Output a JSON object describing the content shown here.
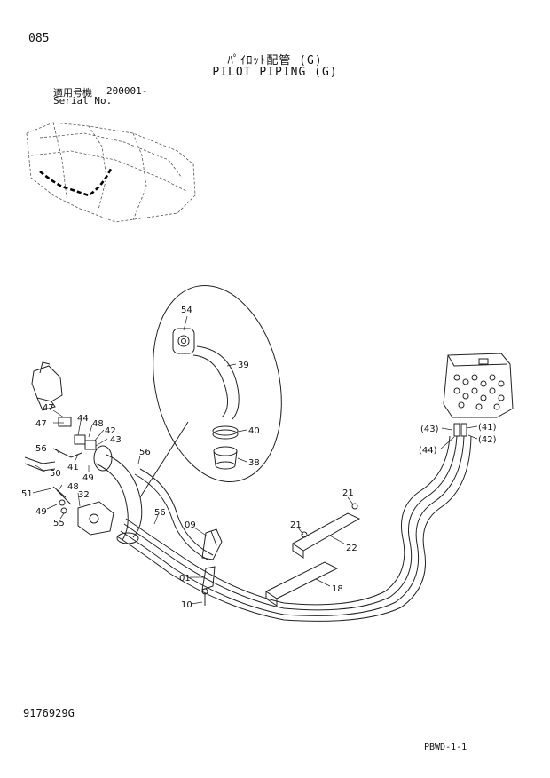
{
  "header": {
    "page_no": "085",
    "title_jp": "ﾊﾟｲﾛｯﾄ配管 (G)",
    "title_en": "PILOT PIPING (G)",
    "serial_label_jp": "適用号機",
    "serial_value": "200001-",
    "serial_label_en": "Serial No."
  },
  "callouts": {
    "c54": "54",
    "c39": "39",
    "c40": "40",
    "c38": "38",
    "c47a": "47",
    "c47b": "47",
    "c44": "44",
    "c48a": "48",
    "c42a": "42",
    "c43a": "43",
    "c56a": "56",
    "c56b": "56",
    "c56c": "56",
    "c41a": "41",
    "c49a": "49",
    "c50": "50",
    "c51": "51",
    "c48b": "48",
    "c32": "32",
    "c49b": "49",
    "c55": "55",
    "c09": "09",
    "c01": "01",
    "c10": "10",
    "c21a": "21",
    "c21b": "21",
    "c22": "22",
    "c18": "18",
    "c43p": "(43)",
    "c44p": "(44)",
    "c41p": "(41)",
    "c42p": "(42)"
  },
  "footer": {
    "drawing_no": "9176929G",
    "sheet_code": "PBWD-1-1"
  }
}
